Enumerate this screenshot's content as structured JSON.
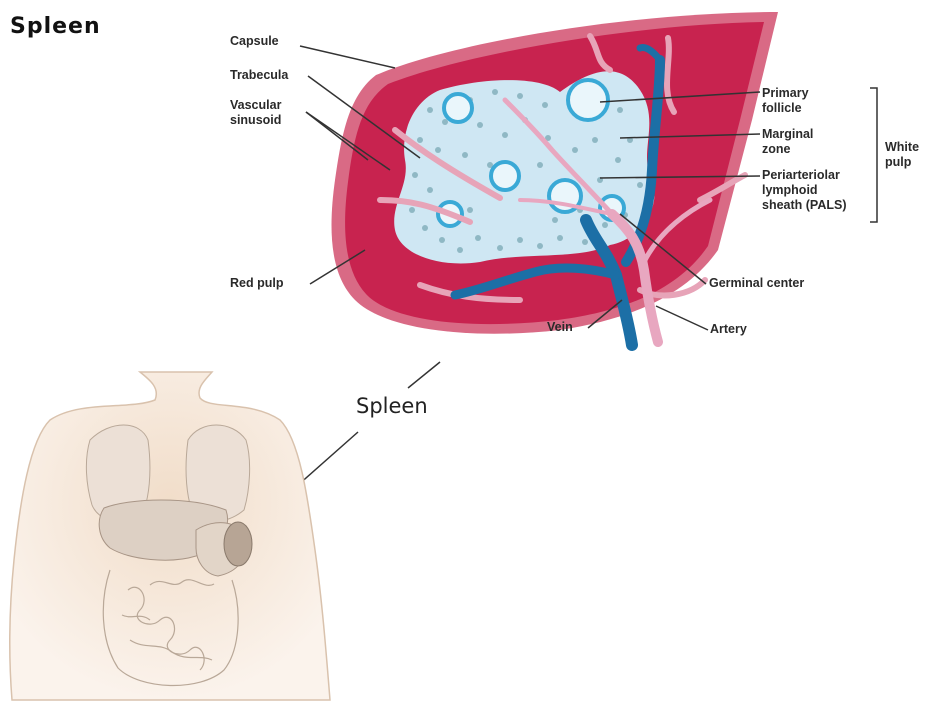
{
  "title": "Spleen",
  "labels": {
    "capsule": "Capsule",
    "trabecula": "Trabecula",
    "vascular_sinusoid": "Vascular\nsinusoid",
    "red_pulp": "Red pulp",
    "primary_follicle": "Primary\nfollicle",
    "marginal_zone": "Marginal\nzone",
    "pals": "Periarteriolar\nlymphoid\nsheath (PALS)",
    "white_pulp": "White\npulp",
    "germinal_center": "Germinal center",
    "vein": "Vein",
    "artery": "Artery"
  },
  "body_callout": "Spleen",
  "colors": {
    "red_pulp": "#c8234f",
    "capsule": "#d96a85",
    "white_pulp": "#cfe7f3",
    "follicle_ring": "#3aa9d6",
    "vein": "#1c6fa6",
    "artery": "#e8a7c0",
    "skin": "#f3e3d3"
  }
}
